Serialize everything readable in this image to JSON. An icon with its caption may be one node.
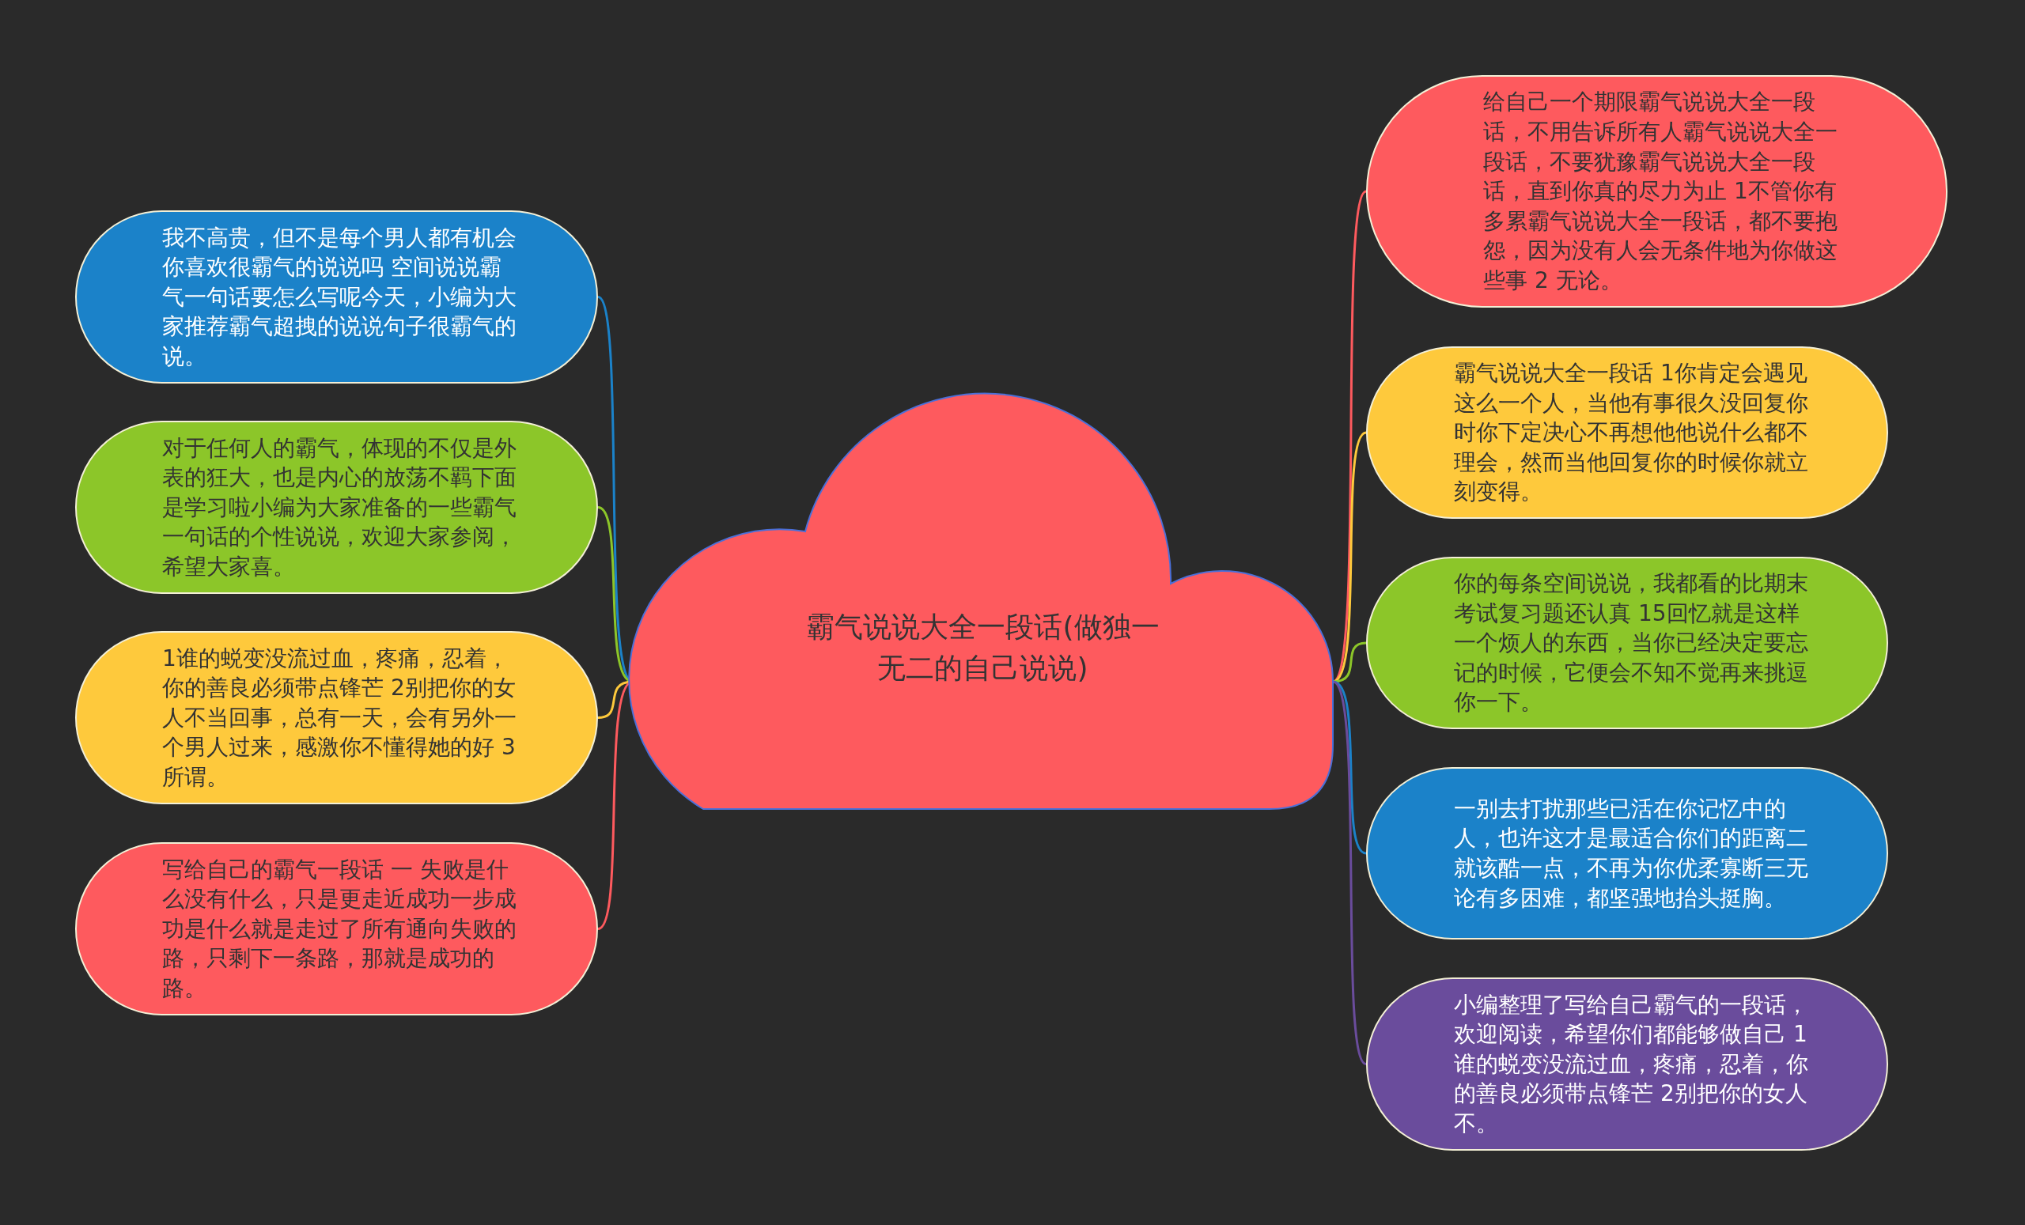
{
  "diagram": {
    "nodes": [
      {
        "text": [
          "霸气说说大全一段话(做独一无二的自己说说)"
        ]
      },
      {
        "text": [
          "我不高贵，但不是每个男人都有机会你喜欢很霸气的说说吗 空间说说霸气一句话要怎么写呢今天，小编为大家推荐霸气超拽的说说句子很霸气的说。"
        ]
      },
      {
        "text": [
          "对于任何人的霸气，体现的不仅是外表的狂大，也是内心的放荡不羁下面是学习啦小编为大家准备的一些霸气一句话的个性说说，欢迎大家参阅，希望大家喜。"
        ]
      },
      {
        "text": [
          "1谁的蜕变没流过血，疼痛，忍着，你的善良必须带点锋芒 2别把你的女人不当回事，总有一天，会有另外一个男人过来，感激你不懂得她的好 3所谓。"
        ]
      },
      {
        "text": [
          "写给自己的霸气一段话 一 失败是什么没有什么，只是更走近成功一步成功是什么就是走过了所有通向失败的路，只剩下一条路，那就是成功的路。"
        ]
      },
      {
        "text": [
          "给自己一个期限霸气说说大全一段话，不用告诉所有人霸气说说大全一段话，不要犹豫霸气说说大全一段话，直到你真的尽力为止 1不管你有多累霸气说说大全一段话，都不要抱怨，因为没有人会无条件地为你做这些事 2 无论。"
        ]
      },
      {
        "text": [
          "霸气说说大全一段话 1你肯定会遇见这么一个人，当他有事很久没回复你时你下定决心不再想他他说什么都不理会，然而当他回复你的时候你就立刻变得。"
        ]
      },
      {
        "text": [
          "你的每条空间说说，我都看的比期末考试复习题还认真 15回忆就是这样一个烦人的东西，当你已经决定要忘记的时候，它便会不知不觉再来挑逗你一下。"
        ]
      },
      {
        "text": [
          "一别去打扰那些已活在你记忆中的人，也许这才是最适合你们的距离二就该酷一点，不再为你优柔寡断三无论有多困难，都坚强地抬头挺胸。"
        ]
      },
      {
        "text": [
          "小编整理了写给自己霸气的一段话，欢迎阅读，希望你们都能够做自己 1谁的蜕变没流过血，疼痛，忍着，你的善良必须带点锋芒 2别把你的女人不。"
        ]
      }
    ],
    "edges": [
      {
        "from": 0,
        "to": 1,
        "arrow": "none",
        "color": "#1b82c9"
      },
      {
        "from": 0,
        "to": 2,
        "arrow": "none",
        "color": "#8cc629"
      },
      {
        "from": 0,
        "to": 3,
        "arrow": "none",
        "color": "#fec93c"
      },
      {
        "from": 0,
        "to": 4,
        "arrow": "none",
        "color": "#fe5a5e"
      },
      {
        "from": 0,
        "to": 5,
        "arrow": "none",
        "color": "#fe5a5e"
      },
      {
        "from": 0,
        "to": 6,
        "arrow": "none",
        "color": "#fec93c"
      },
      {
        "from": 0,
        "to": 7,
        "arrow": "none",
        "color": "#8cc629"
      },
      {
        "from": 0,
        "to": 8,
        "arrow": "none",
        "color": "#1b82c9"
      },
      {
        "from": 0,
        "to": 9,
        "arrow": "none",
        "color": "#6a4c9c"
      }
    ]
  }
}
